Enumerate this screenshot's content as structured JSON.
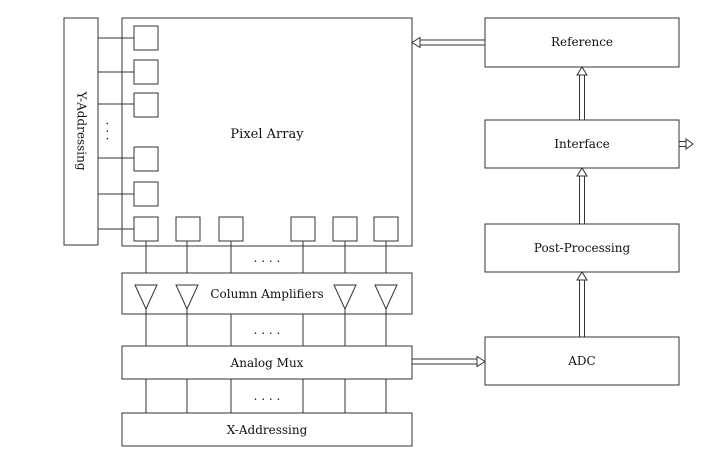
{
  "blocks": {
    "y_addressing": "Y-Addressing",
    "pixel_array": "Pixel Array",
    "column_amplifiers": "Column Amplifiers",
    "analog_mux": "Analog Mux",
    "x_addressing": "X-Addressing",
    "reference": "Reference",
    "interface": "Interface",
    "post_processing": "Post-Processing",
    "adc": "ADC"
  },
  "ellipsis": {
    "vertical": ". . .",
    "horizontal": ". . . ."
  },
  "colors": {
    "line": "#333333",
    "background": "#ffffff",
    "text": "#111111"
  }
}
